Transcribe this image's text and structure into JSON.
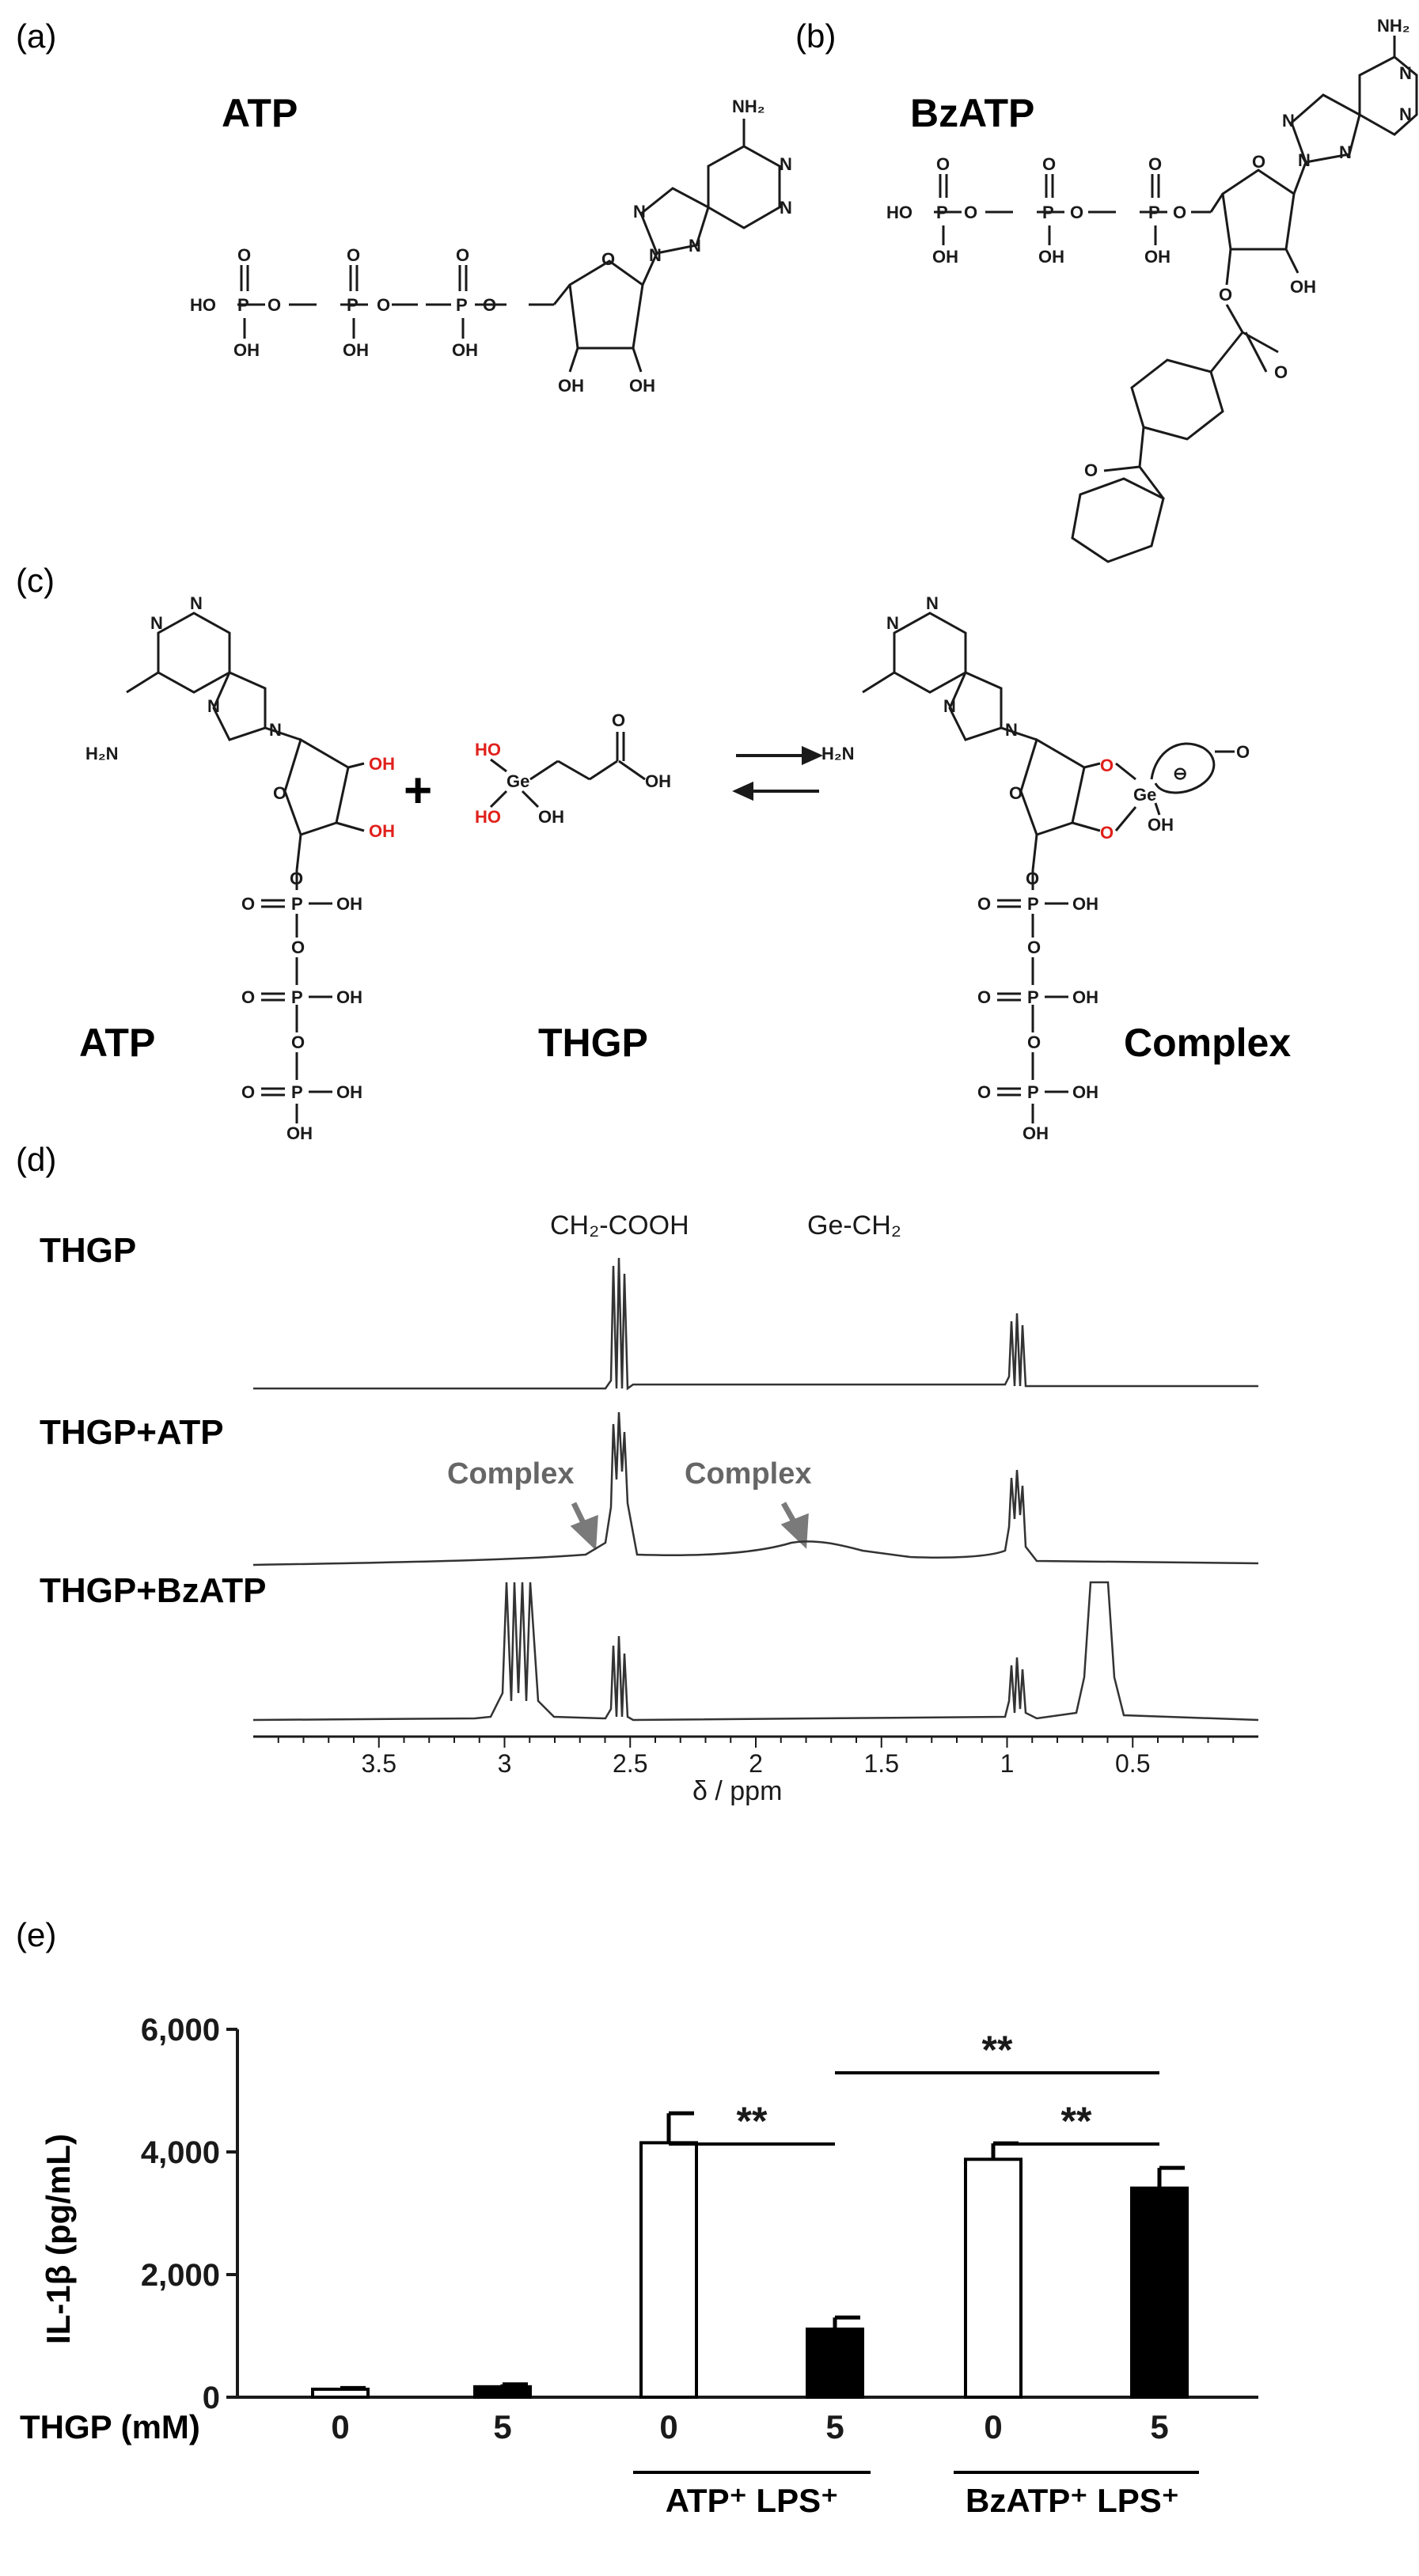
{
  "panels": {
    "a": "(a)",
    "b": "(b)",
    "c": "(c)",
    "d": "(d)",
    "e": "(e)"
  },
  "structures": {
    "a_title": "ATP",
    "b_title": "BzATP",
    "c_left": "ATP",
    "c_mid": "THGP",
    "c_right": "Complex",
    "plus": "+",
    "atoms": {
      "nh2": "NH₂",
      "h2n": "H₂N",
      "oh": "OH",
      "ho": "HO",
      "o": "O",
      "p": "P",
      "n": "N",
      "ge": "Ge",
      "minus": "⊖"
    }
  },
  "nmr": {
    "labels": [
      "THGP",
      "THGP+ATP",
      "THGP+BzATP"
    ],
    "peak_label_1": "CH₂-COOH",
    "peak_label_2": "Ge-CH₂",
    "complex_label": "Complex",
    "xlabel": "δ / ppm",
    "ticks": [
      "3.5",
      "3",
      "2.5",
      "2",
      "1.5",
      "1",
      "0.5"
    ],
    "tick_values": [
      3.5,
      3.0,
      2.5,
      2.0,
      1.5,
      1.0,
      0.5
    ],
    "xlim": [
      4.0,
      0.0
    ],
    "arrow_color": "#7a7a7a"
  },
  "chart_data": {
    "type": "bar",
    "ylabel": "IL-1β (pg/mL)",
    "ylim": [
      0,
      6000
    ],
    "yticks": [
      0,
      2000,
      4000,
      6000
    ],
    "ytick_labels": [
      "0",
      "2,000",
      "4,000",
      "6,000"
    ],
    "xlabel_prefix": "THGP (mM)",
    "categories": [
      "0",
      "5",
      "0",
      "5",
      "0",
      "5"
    ],
    "values": [
      130,
      170,
      4150,
      1110,
      3880,
      3410
    ],
    "errors": [
      20,
      40,
      480,
      190,
      260,
      330
    ],
    "fill": [
      "#ffffff",
      "#000000",
      "#ffffff",
      "#000000",
      "#ffffff",
      "#000000"
    ],
    "groups": [
      "ATP⁺ LPS⁺",
      "BzATP⁺ LPS⁺"
    ],
    "significance": "**"
  }
}
